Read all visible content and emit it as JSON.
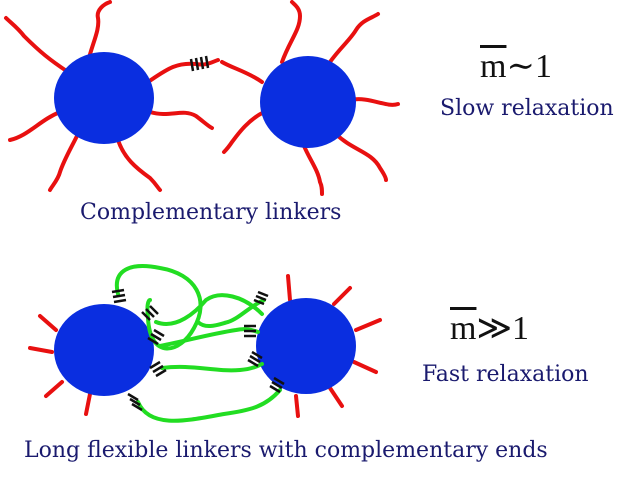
{
  "top": {
    "expression": {
      "symbol": "m",
      "relation": "∼",
      "value": "1"
    },
    "relaxation": "Slow relaxation",
    "caption": "Complementary linkers"
  },
  "bottom": {
    "expression": {
      "symbol": "m",
      "relation": "≫",
      "value": "1"
    },
    "relaxation": "Fast relaxation",
    "caption": "Long flexible linkers with complementary ends"
  },
  "colors": {
    "particle": "#0a2ee0",
    "short_linker": "#e81010",
    "long_linker": "#22dd22",
    "end_marks": "#111111",
    "text": "#1a1a6e"
  }
}
